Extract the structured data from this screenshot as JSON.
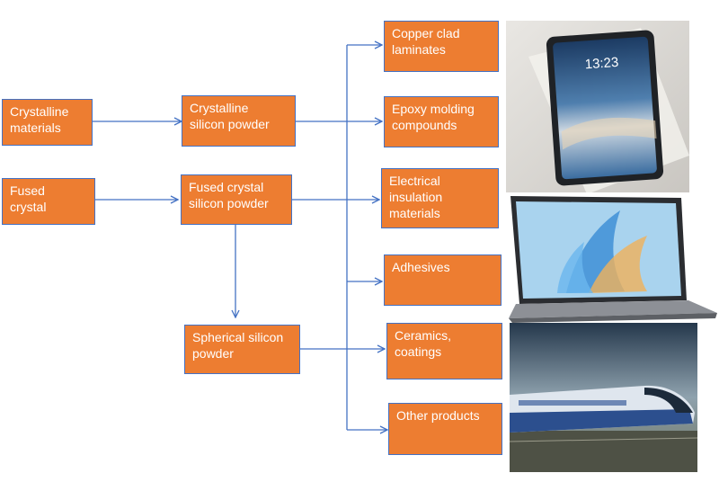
{
  "sources": {
    "crystalline_materials": "Crystalline\nmaterials",
    "fused_crystal": "Fused\ncrystal"
  },
  "powders": {
    "crystalline_silicon_powder": "Crystalline\nsilicon powder",
    "fused_crystal_silicon_powder": "Fused crystal\nsilicon powder",
    "spherical_silicon_powder": "Spherical silicon\npowder"
  },
  "products": {
    "copper_clad_laminates": "Copper clad\nlaminates",
    "epoxy_molding_compounds": "Epoxy molding\ncompounds",
    "electrical_insulation_materials": "Electrical\ninsulation\nmaterials",
    "adhesives": "Adhesives",
    "ceramics_coatings": "Ceramics,\ncoatings",
    "other_products": "Other products"
  },
  "tablet": {
    "clock": "13:23"
  },
  "colors": {
    "box_fill": "#ED7D31",
    "box_border": "#4472C4",
    "arrow": "#4472C4"
  }
}
